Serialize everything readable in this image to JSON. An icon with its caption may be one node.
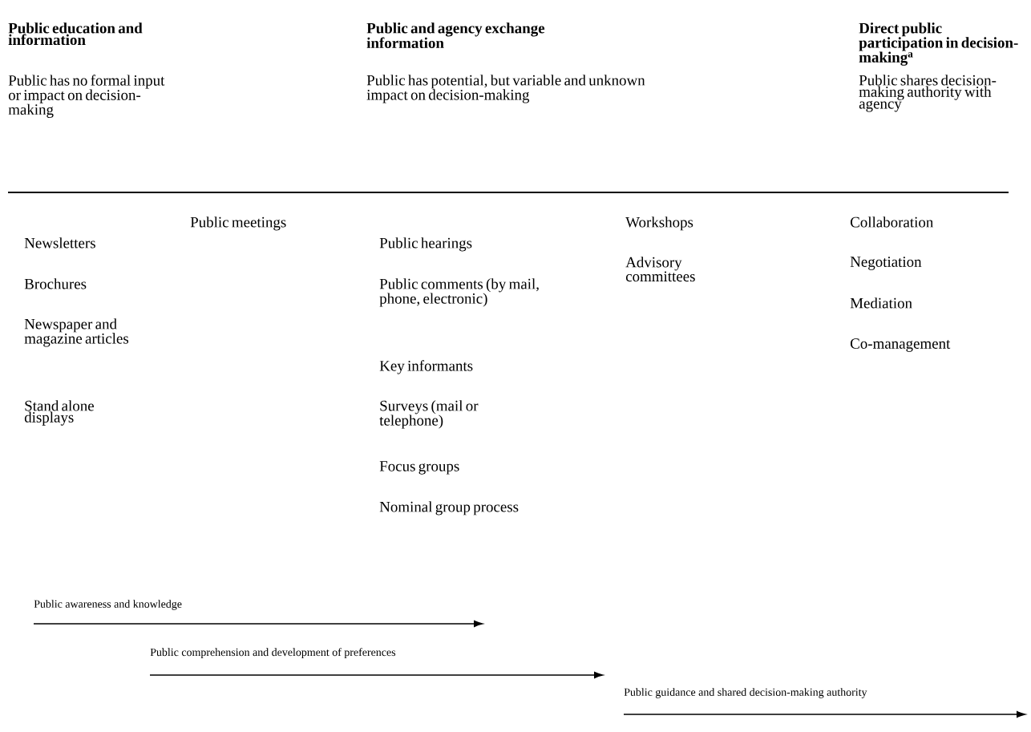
{
  "diagram": {
    "labels": [
      "Public education and information",
      "Public and agency exchange information",
      "Direct public participation in decision-making$^{a}$",
      "Public has no formal input or impact on decision-making",
      "Public has potential, but variable and unknown impact on decision-making",
      "Public shares decision-making authority with agency",
      "Public meetings",
      "Workshops",
      "Collaboration",
      "Newsletters",
      "Public hearings",
      "Advisory committees",
      "Negotiation",
      "Brochures",
      "Public comments (by mail, phone, electronic)",
      "Mediation",
      "Newspaper and magazine articles",
      "Co-management",
      "Key informants",
      "Stand alone displays",
      "Surveys (mail or telephone)",
      "Focus groups",
      "Nominal group process",
      "Public awareness and knowledge",
      "Public comprehension and development of preferences",
      "Public guidance and shared decision-making authority"
    ]
  }
}
